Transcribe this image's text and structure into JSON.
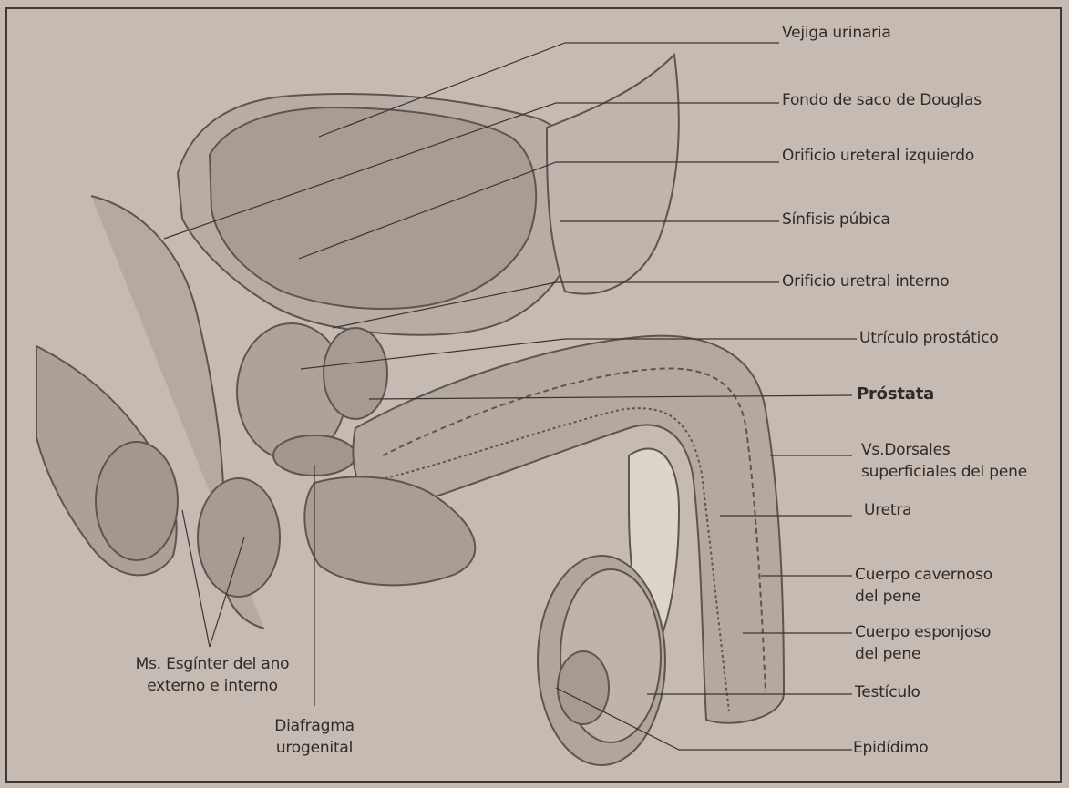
{
  "labels": {
    "vejiga": "Vejiga urinaria",
    "fondo": "Fondo de saco de Douglas",
    "orificio_ureteral": "Orificio ureteral izquierdo",
    "sinfisis": "Sínfisis púbica",
    "orificio_uretral": "Orificio uretral interno",
    "utriculo": "Utrículo prostático",
    "prostata": "Próstata",
    "dorsales_1": "Vs.Dorsales",
    "dorsales_2": "superficiales del pene",
    "uretra": "Uretra",
    "cavernoso_1": "Cuerpo cavernoso",
    "cavernoso_2": "del pene",
    "esponjoso_1": "Cuerpo esponjoso",
    "esponjoso_2": "del pene",
    "testiculo": "Testículo",
    "epididimo": "Epidídimo",
    "esfinter_1": "Ms. Esgínter del ano",
    "esfinter_2": "externo e interno",
    "diafragma_1": "Diafragma",
    "diafragma_2": "urogenital"
  },
  "colors": {
    "paper": "#c6bbb2",
    "ink": "#2e2a27",
    "tissue_fill": "#b3a89f",
    "tissue_dark": "#a1968d"
  }
}
